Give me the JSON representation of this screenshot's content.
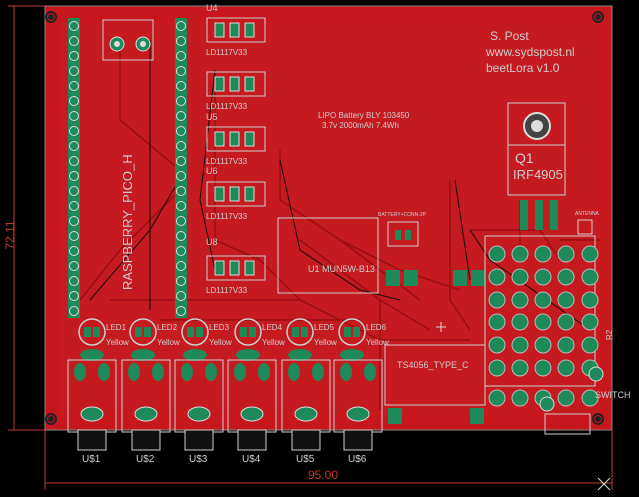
{
  "board": {
    "author": "S. Post",
    "website": "www.sydspost.nl",
    "project": "beetLora v1.0",
    "battery_line1": "LIPO Battery BLY 103450",
    "battery_line2": "3.7v 2000mAh 7.4Wh",
    "battery_connector": "BATTERY+CONN-2P",
    "antenna": "ANTENNA",
    "transistor_ref": "Q1",
    "transistor_part": "IRF4905",
    "switch_label": "SWITCH",
    "charger_label": "TS4056_TYPE_C",
    "mcu_label": "RASPBERRY_PICO_H",
    "relay_label": "U1 MUN5W-B13",
    "regulator_ref": "U4",
    "regulators": [
      "LD1117V33",
      "LD1117V33",
      "LD1117V33",
      "LD1117V33",
      "LD1117V33"
    ],
    "regulator_refs": [
      "U5",
      "U6",
      "U8"
    ],
    "led_labels": [
      "LED1",
      "LED2",
      "LED3",
      "LED4",
      "LED5",
      "LED6"
    ],
    "led_colors": [
      "Yellow",
      "Yellow",
      "Yellow",
      "Yellow",
      "Yellow",
      "Yellow"
    ],
    "connectors": [
      "U$1",
      "U$2",
      "U$3",
      "U$4",
      "U$5",
      "U$6"
    ],
    "resistor_label": "R2"
  },
  "dimensions": {
    "width": "95.00",
    "height": "72.11"
  },
  "colors": {
    "background": "#000000",
    "copper": "#c8161d",
    "copper_dark": "#9a0e12",
    "pad": "#1e8a5a",
    "silk": "#cfcfcf",
    "dimension": "#c0392b"
  }
}
